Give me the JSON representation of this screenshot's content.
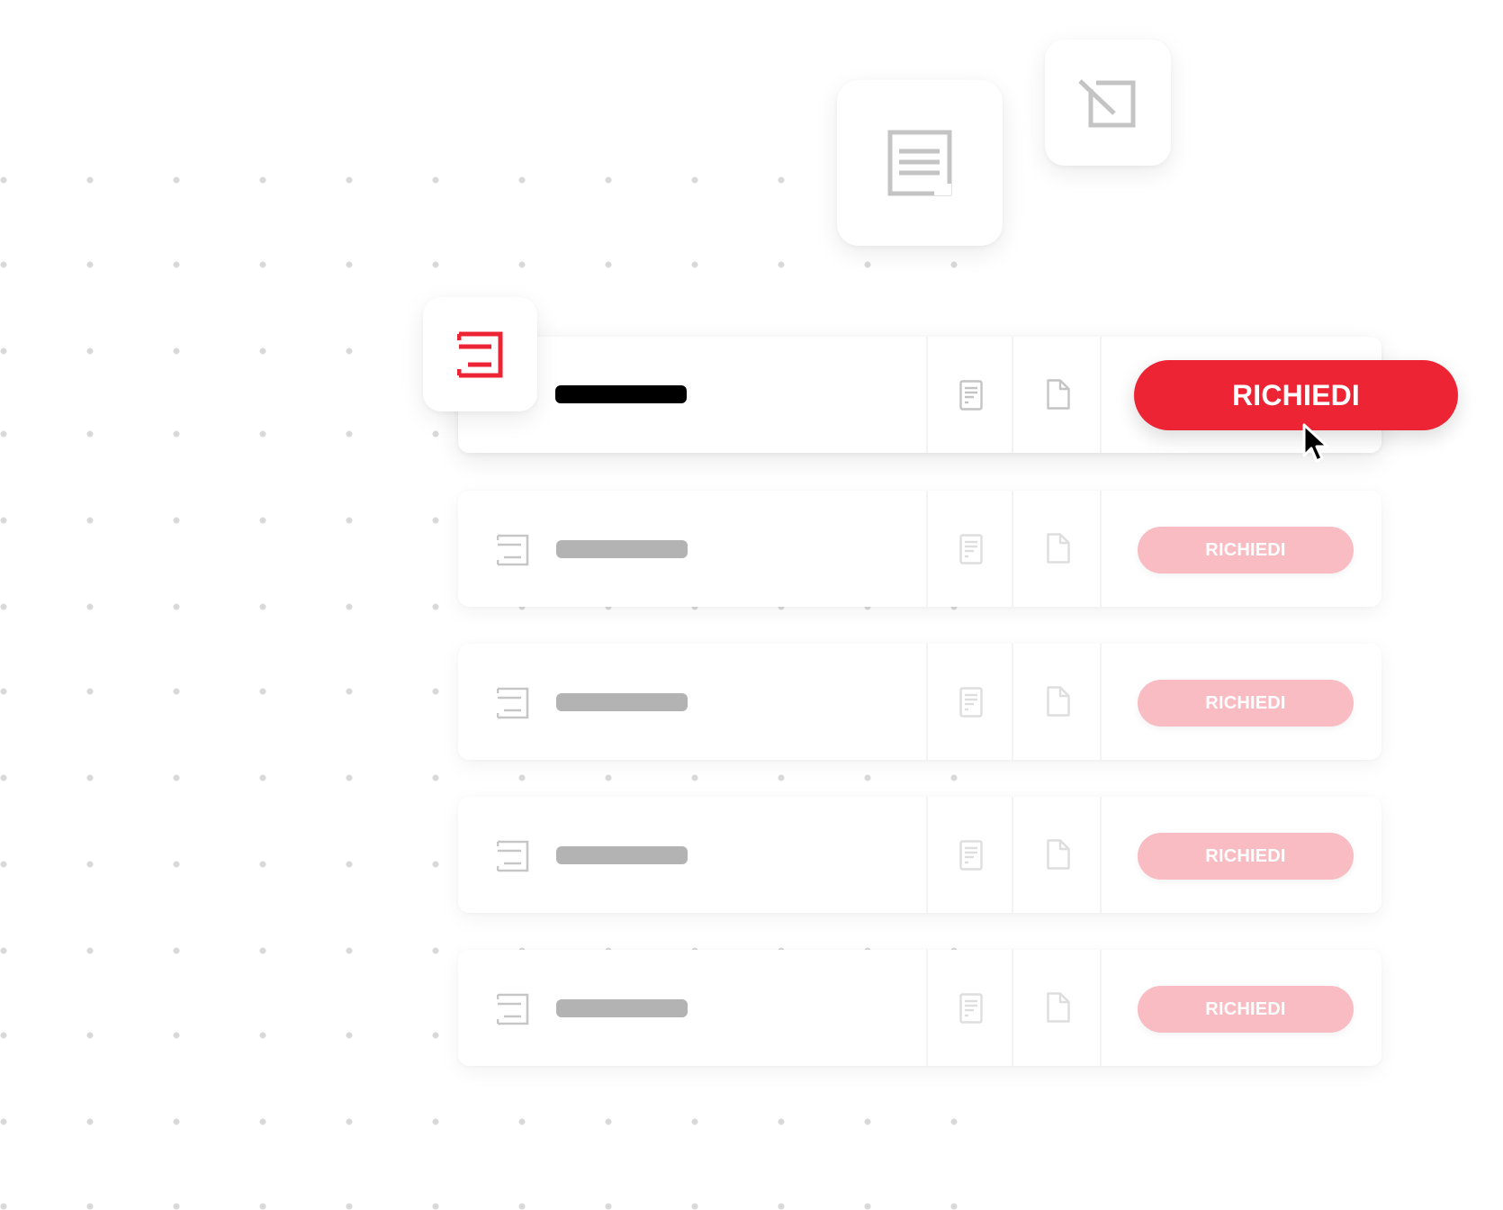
{
  "palette": {
    "accent": "#ec2433",
    "accent_muted": "#f8bcc2",
    "icon_gray": "#c4c4c4",
    "icon_light": "#dedede",
    "placeholder_dark": "#000000",
    "placeholder_light": "#b3b3b3",
    "dot": "#d9d9d9"
  },
  "floating_cards": [
    {
      "name": "document-card",
      "icon": "document-lines-icon"
    },
    {
      "name": "resize-card",
      "icon": "resize-arrow-icon"
    },
    {
      "name": "logo-card",
      "icon": "red-logo-icon"
    }
  ],
  "rows": [
    {
      "id": "row-1",
      "state": "active",
      "button_label": "RICHIEDI"
    },
    {
      "id": "row-2",
      "state": "inactive",
      "button_label": "RICHIEDI"
    },
    {
      "id": "row-3",
      "state": "inactive",
      "button_label": "RICHIEDI"
    },
    {
      "id": "row-4",
      "state": "inactive",
      "button_label": "RICHIEDI"
    },
    {
      "id": "row-5",
      "state": "inactive",
      "button_label": "RICHIEDI"
    }
  ],
  "cursor": {
    "icon": "mouse-pointer-icon"
  }
}
